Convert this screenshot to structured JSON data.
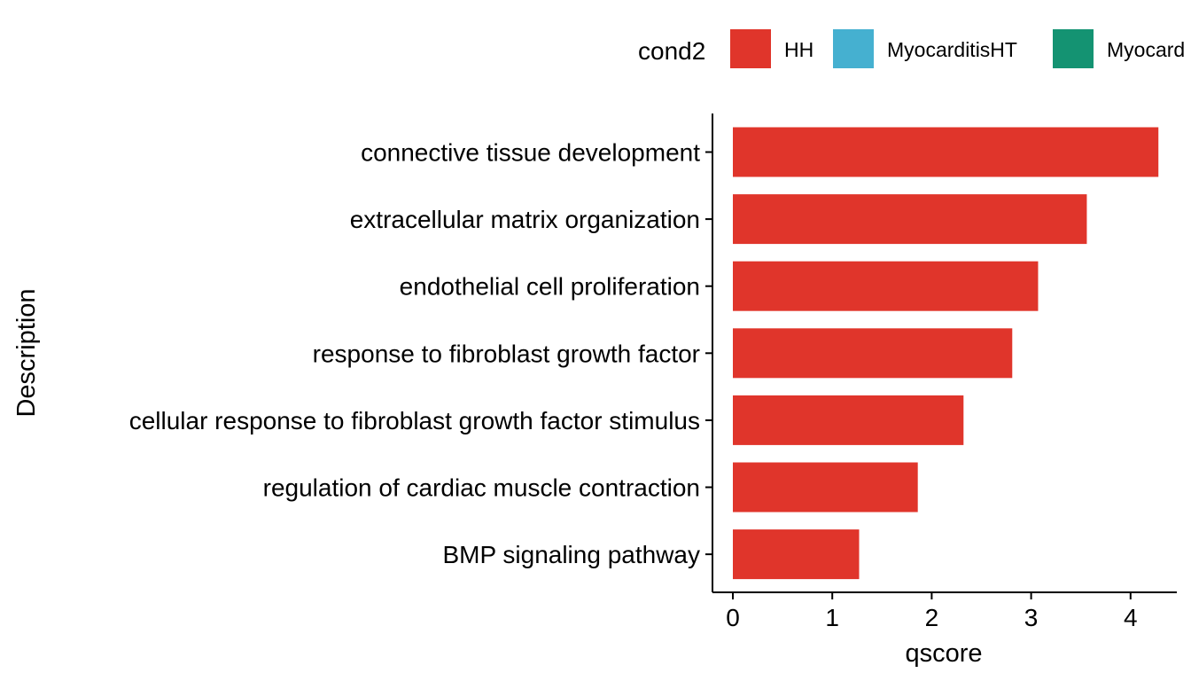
{
  "chart_data": {
    "type": "bar",
    "orientation": "horizontal",
    "title": "",
    "xlabel": "qscore",
    "ylabel": "Description",
    "xlim": [
      0,
      4.4
    ],
    "x_ticks": [
      0,
      1,
      2,
      3,
      4
    ],
    "grid": false,
    "legend": {
      "placement": "top",
      "title": "cond2",
      "entries": [
        {
          "name": "HH",
          "color": "#e0352b"
        },
        {
          "name": "MyocarditisHT",
          "color": "#45b0d0"
        },
        {
          "name": "Myocard",
          "color": "#149372"
        }
      ]
    },
    "categories": [
      "connective tissue development",
      "extracellular matrix organization",
      "endothelial cell proliferation",
      "response to fibroblast growth factor",
      "cellular response to fibroblast growth factor stimulus",
      "regulation of cardiac muscle contraction",
      "BMP signaling pathway"
    ],
    "series": [
      {
        "name": "HH",
        "color": "#e0352b",
        "values": [
          4.28,
          3.56,
          3.07,
          2.81,
          2.32,
          1.86,
          1.27
        ]
      }
    ]
  }
}
